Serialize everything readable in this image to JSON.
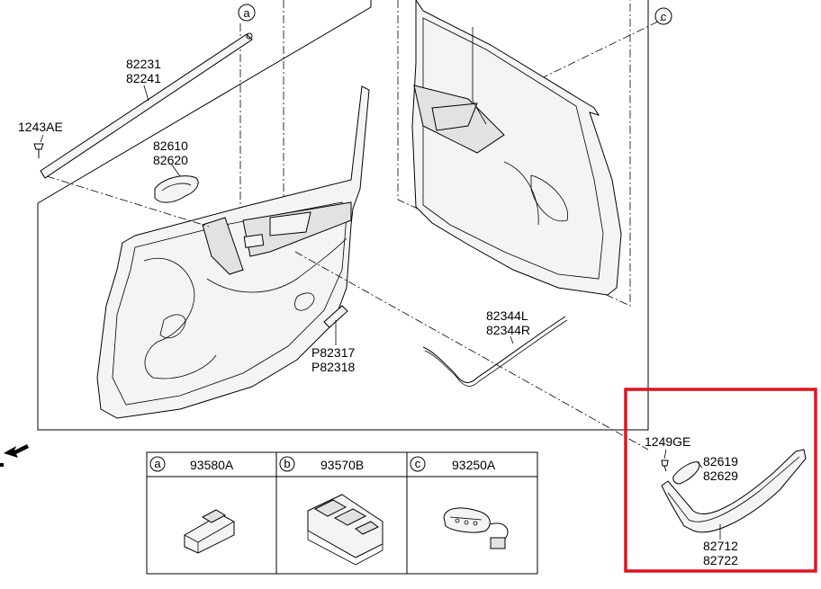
{
  "labels": {
    "ref_a": "a",
    "ref_c": "c",
    "p82231": "82231",
    "p82241": "82241",
    "p1243AE": "1243AE",
    "p82610": "82610",
    "p82620": "82620",
    "p82344L": "82344L",
    "p82344R": "82344R",
    "pP82317": "P82317",
    "pP82318": "P82318",
    "p1249GE": "1249GE",
    "p82619": "82619",
    "p82629": "82629",
    "p82712": "82712",
    "p82722": "82722"
  },
  "table": {
    "cells": [
      {
        "ref": "a",
        "part": "93580A"
      },
      {
        "ref": "b",
        "part": "93570B"
      },
      {
        "ref": "c",
        "part": "93250A"
      }
    ]
  },
  "highlight": {
    "color": "#e0141e"
  }
}
